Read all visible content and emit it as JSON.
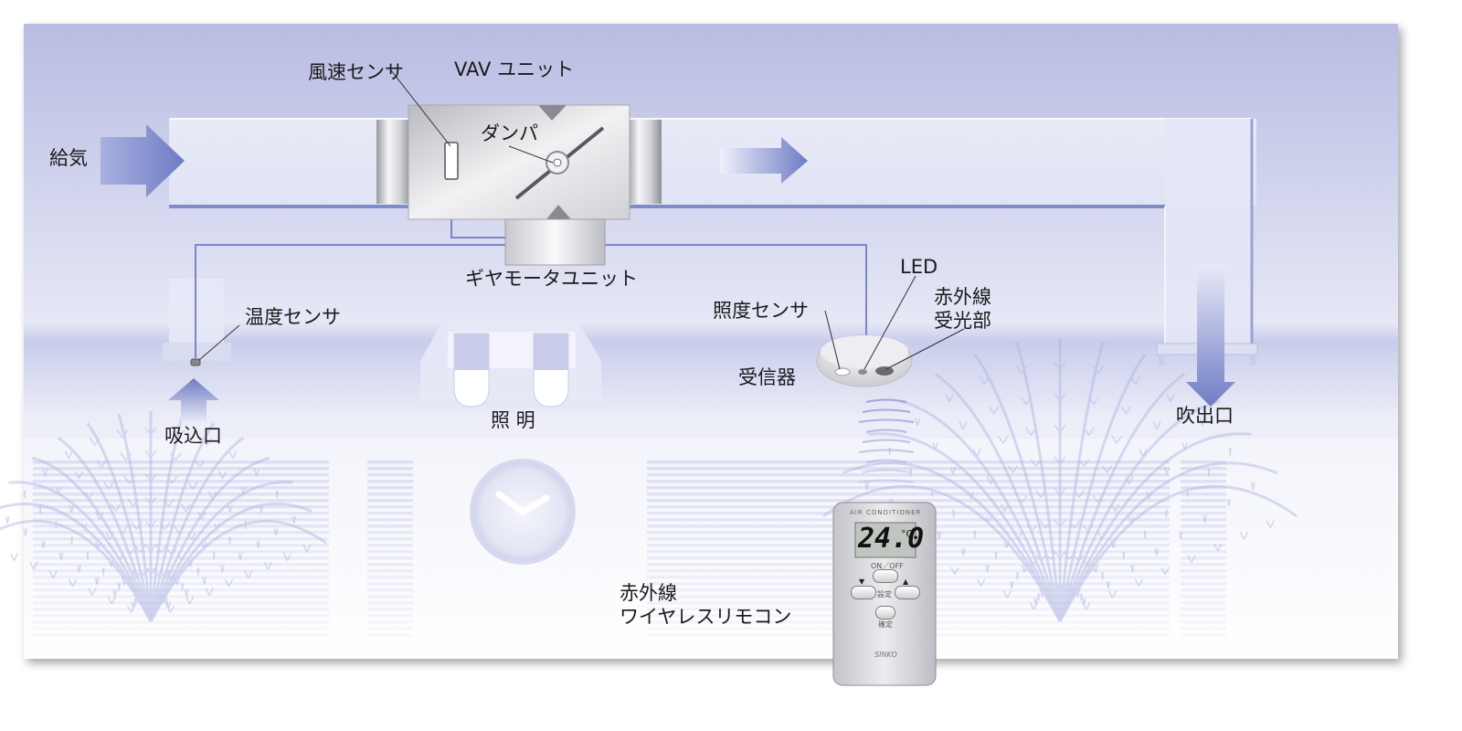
{
  "labels": {
    "supply_air": "給気",
    "airspeed_sensor": "風速センサ",
    "vav_unit": "VAV ユニット",
    "damper": "ダンパ",
    "gear_motor_unit": "ギヤモータユニット",
    "temp_sensor": "温度センサ",
    "intake": "吸込口",
    "lighting": "照 明",
    "illuminance_sensor": "照度センサ",
    "led": "LED",
    "ir_receiver_part": "赤外線\n受光部",
    "receiver": "受信器",
    "outlet": "吹出口",
    "ir_remote": "赤外線\nワイヤレスリモコン"
  },
  "remote": {
    "title": "AIR CONDITIONER",
    "temperature": "24.0",
    "unit": "°C",
    "on_off_label": "ON／OFF",
    "set_label": "設定",
    "confirm_label": "確定",
    "brand": "SINKO"
  },
  "colors": {
    "ceiling": "#b9bde2",
    "duct_line": "#7f8cc8",
    "arrow": "#7683c8",
    "signal_line": "#7a86c8"
  }
}
